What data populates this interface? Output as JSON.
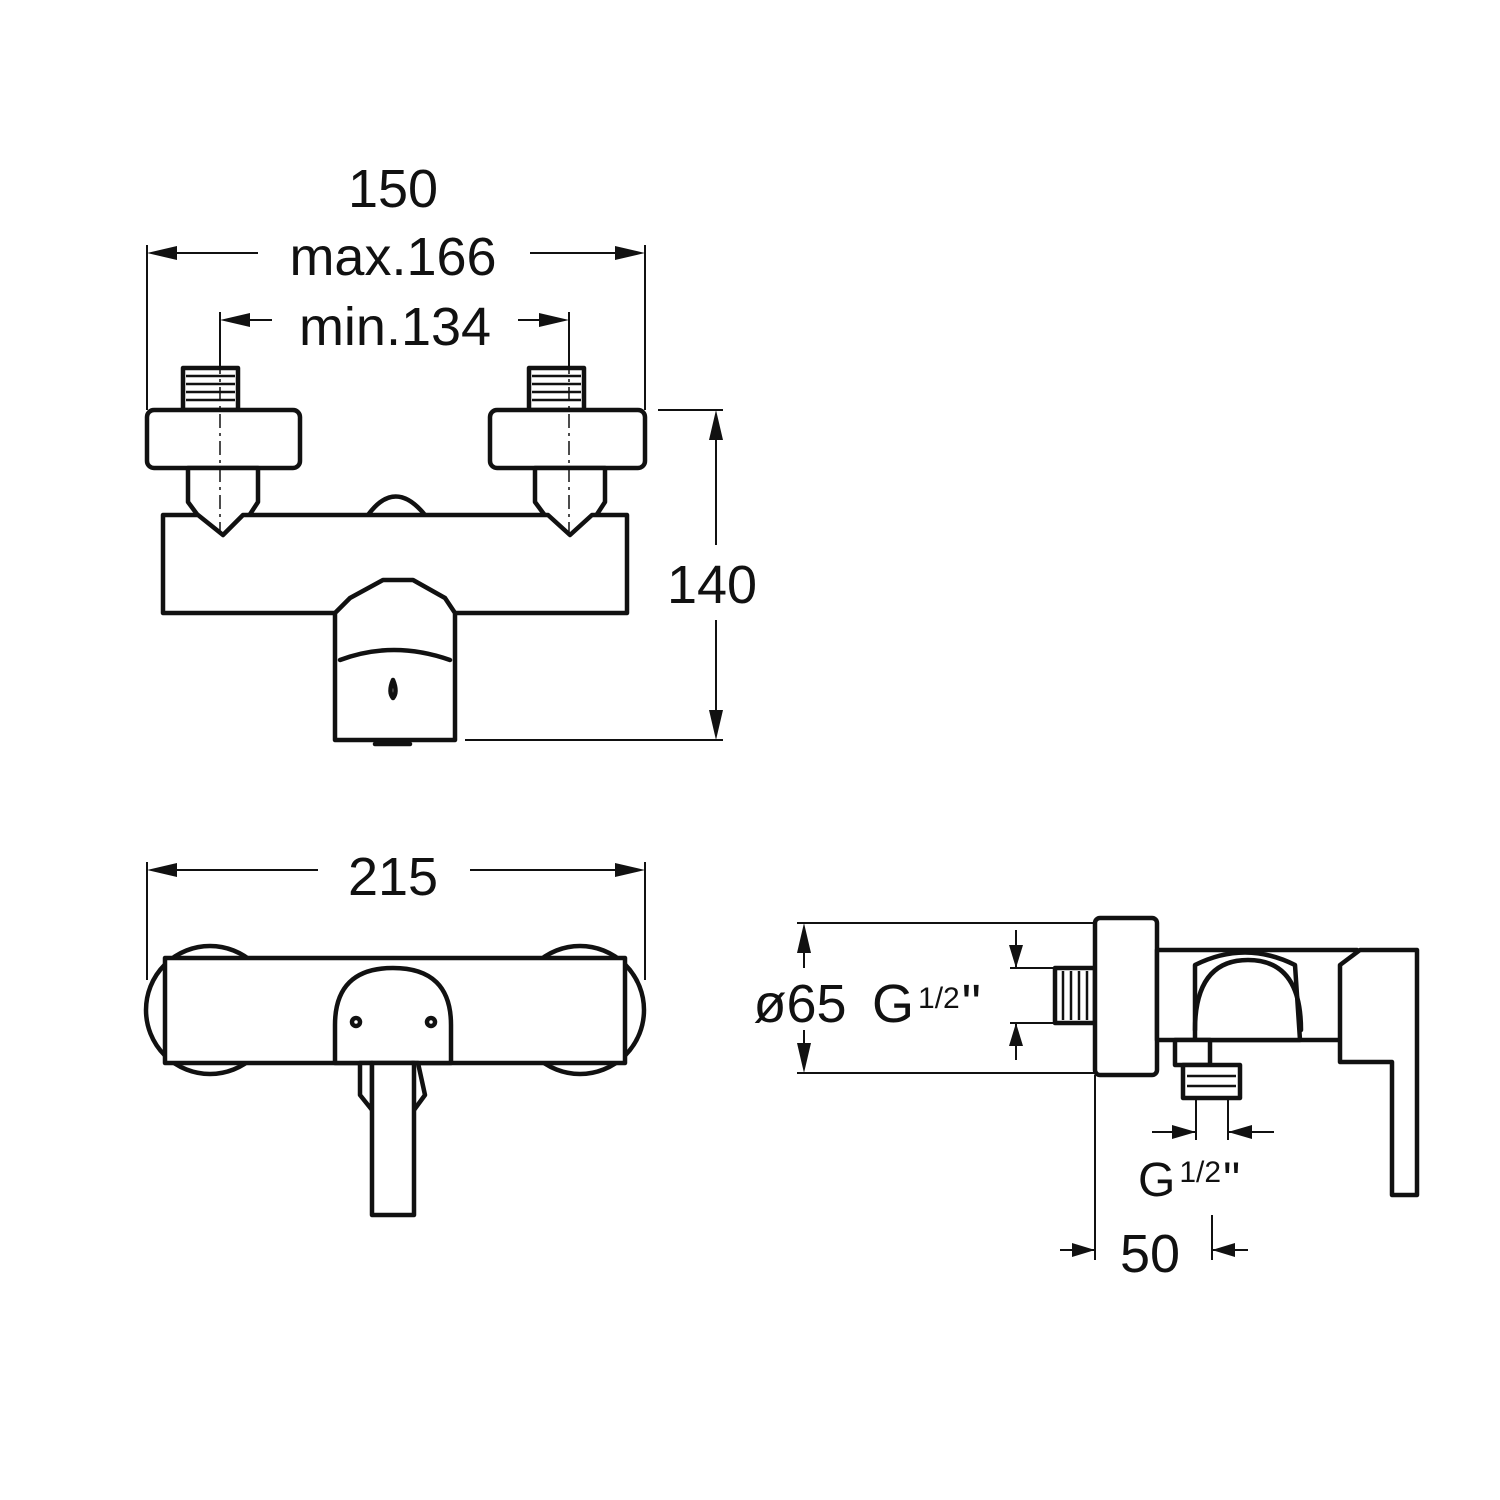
{
  "front_view": {
    "width_label": "150",
    "max_label": "max.166",
    "min_label": "min.134",
    "height_label": "140"
  },
  "top_view": {
    "width_label": "215"
  },
  "side_view": {
    "diameter_label": "ø65",
    "inlet_thread_g": "G",
    "inlet_thread_frac": "1/2",
    "inlet_thread_inch": "\"",
    "outlet_thread_g": "G",
    "outlet_thread_frac": "1/2",
    "outlet_thread_inch": "\"",
    "depth_label": "50"
  }
}
